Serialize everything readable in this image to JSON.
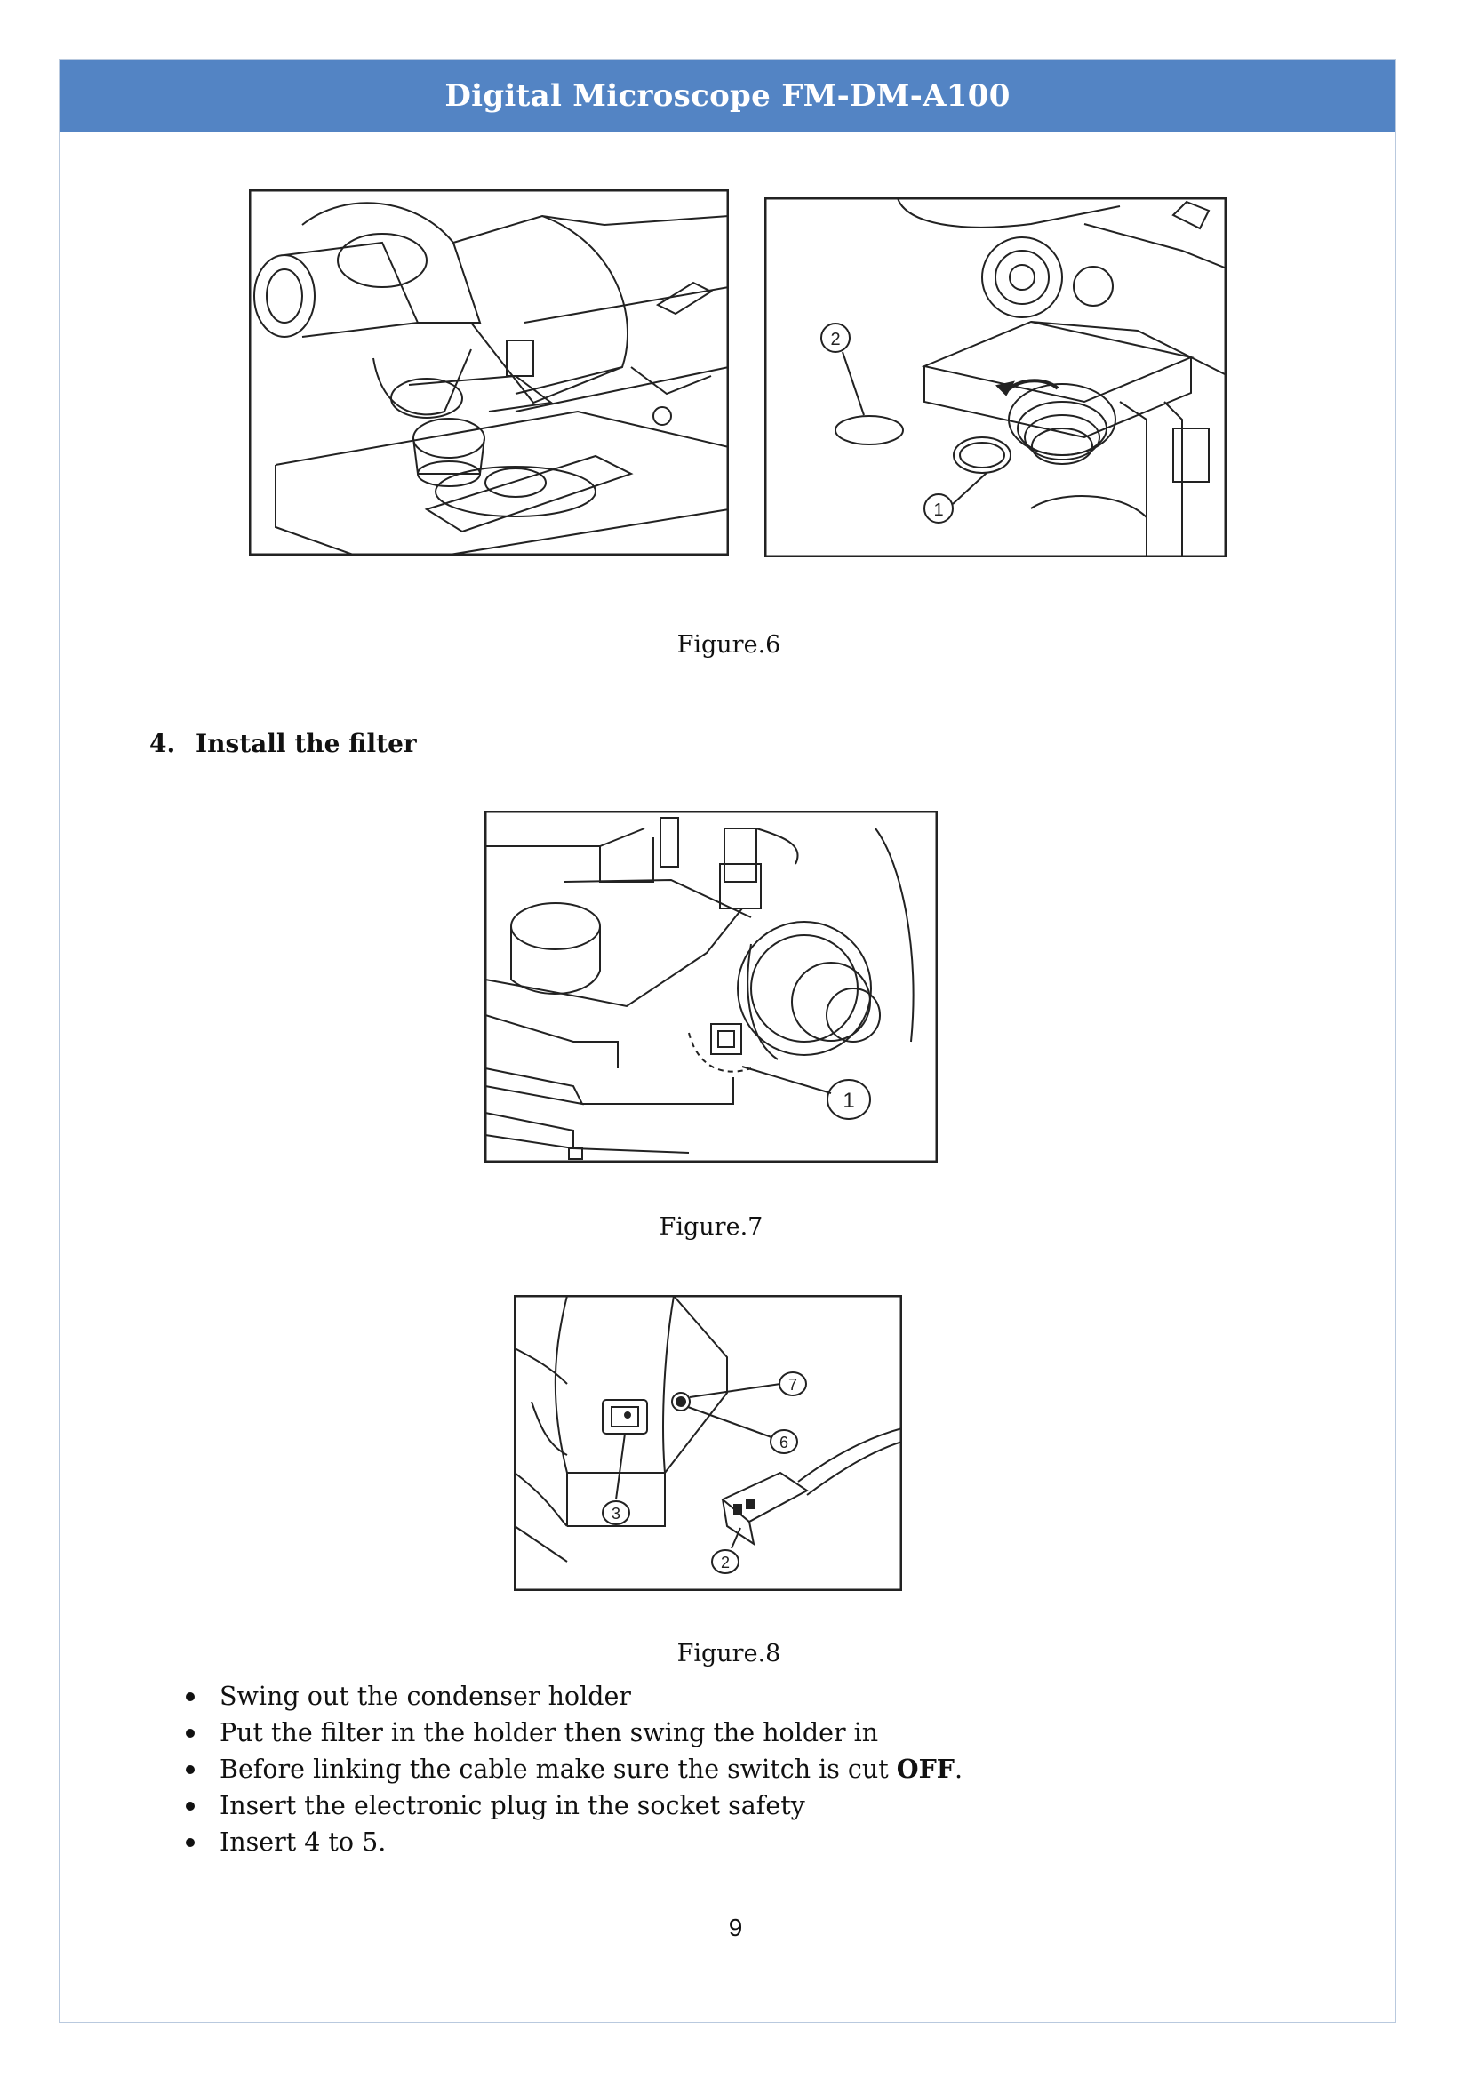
{
  "header": {
    "title": "Digital Microscope FM-DM-A100"
  },
  "figures": {
    "fig6_caption": "Figure.6",
    "fig6_right_callouts": [
      "2",
      "1"
    ],
    "fig7_caption": "Figure.7",
    "fig7_callouts": [
      "1"
    ],
    "fig8_caption": "Figure.8",
    "fig8_callouts": [
      "7",
      "6",
      "3",
      "2"
    ]
  },
  "section": {
    "number": "4.",
    "title": "Install the filter"
  },
  "bullets": [
    {
      "text": "Swing out the condenser holder"
    },
    {
      "text": "Put the filter in the holder then swing the holder in"
    },
    {
      "text": "Before linking the cable make sure the switch is cut ",
      "strong": "OFF",
      "after": "."
    },
    {
      "text": "Insert the electronic plug in the socket safety"
    },
    {
      "text": "Insert 4 to 5."
    }
  ],
  "footer": {
    "page_number": "9"
  }
}
